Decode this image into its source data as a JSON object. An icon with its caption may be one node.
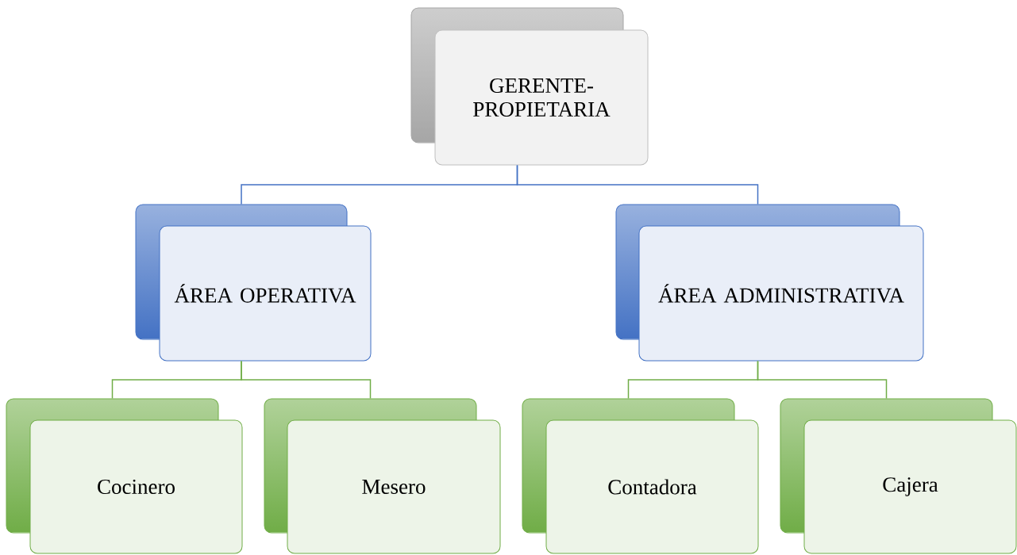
{
  "diagram": {
    "nodes": [
      {
        "text": [
          "GERENTE-PROPIETARIA"
        ]
      },
      {
        "text": [
          "ÁREA OPERATIVA"
        ]
      },
      {
        "text": [
          "ÁREA ADMINISTRATIVA"
        ]
      },
      {
        "text": [
          "Cocinero"
        ]
      },
      {
        "text": [
          "Mesero"
        ]
      },
      {
        "text": [
          "Contadora"
        ]
      },
      {
        "text": [
          "Cajera"
        ]
      }
    ],
    "edges": [
      {
        "from": 0,
        "to": 1,
        "arrow": "none",
        "color": "#4472c4"
      },
      {
        "from": 0,
        "to": 2,
        "arrow": "none",
        "color": "#4472c4"
      },
      {
        "from": 1,
        "to": 3,
        "arrow": "none"
      },
      {
        "from": 1,
        "to": 4,
        "arrow": "none"
      },
      {
        "from": 2,
        "to": 5,
        "arrow": "none"
      },
      {
        "from": 2,
        "to": 6,
        "arrow": "none"
      }
    ]
  }
}
